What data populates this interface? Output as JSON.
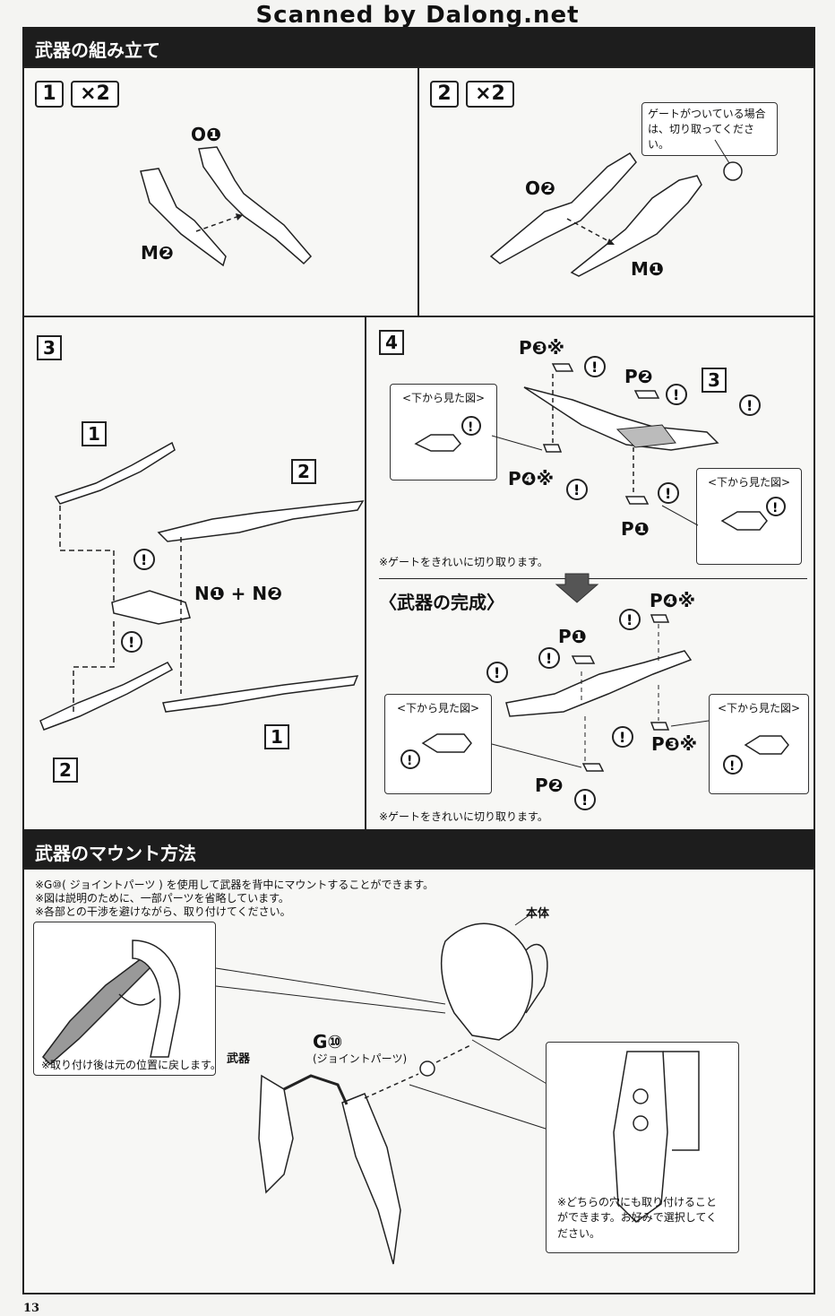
{
  "header": {
    "scan_credit": "Scanned by Dalong.net"
  },
  "section1": {
    "title": "武器の組み立て",
    "step1": {
      "num": "1",
      "qty": "×2",
      "part_a": "O❶",
      "part_b": "M❷"
    },
    "step2": {
      "num": "2",
      "qty": "×2",
      "part_a": "O❷",
      "part_b": "M❶",
      "gate_note": "ゲートがついている場合は、切り取ってください。"
    },
    "step3": {
      "num": "3",
      "label_1": "1",
      "label_2": "2",
      "label_n": "N❶ + N❷"
    },
    "step4": {
      "num": "4",
      "ref": "3",
      "p1": "P❶",
      "p2": "P❷",
      "p3": "P❸※",
      "p4": "P❹※",
      "view_label": "<下から見た図>",
      "gate_clean_note": "※ゲートをきれいに切り取ります。"
    },
    "complete": {
      "title": "〈武器の完成〉",
      "p1": "P❶",
      "p2": "P❷",
      "p3": "P❸※",
      "p4": "P❹※",
      "view_label": "<下から見た図>",
      "gate_clean_note": "※ゲートをきれいに切り取ります。"
    }
  },
  "section2": {
    "title": "武器のマウント方法",
    "notes": [
      "※G⑩( ジョイントパーツ ) を使用して武器を背中にマウントすることができます。",
      "※図は説明のために、一部パーツを省略しています。",
      "※各部との干渉を避けながら、取り付けてください。"
    ],
    "inset_caption": "※取り付け後は元の位置に戻します。",
    "body_label": "本体",
    "joint_label": "G⑩",
    "joint_sub": "(ジョイントパーツ)",
    "weapon_label": "武器",
    "holes_note": "※どちらの穴にも取り付けることができます。お好みで選択してください。"
  },
  "footer": {
    "page_number": "13"
  },
  "icons": [
    "caution-icon",
    "arrow-down-icon"
  ]
}
